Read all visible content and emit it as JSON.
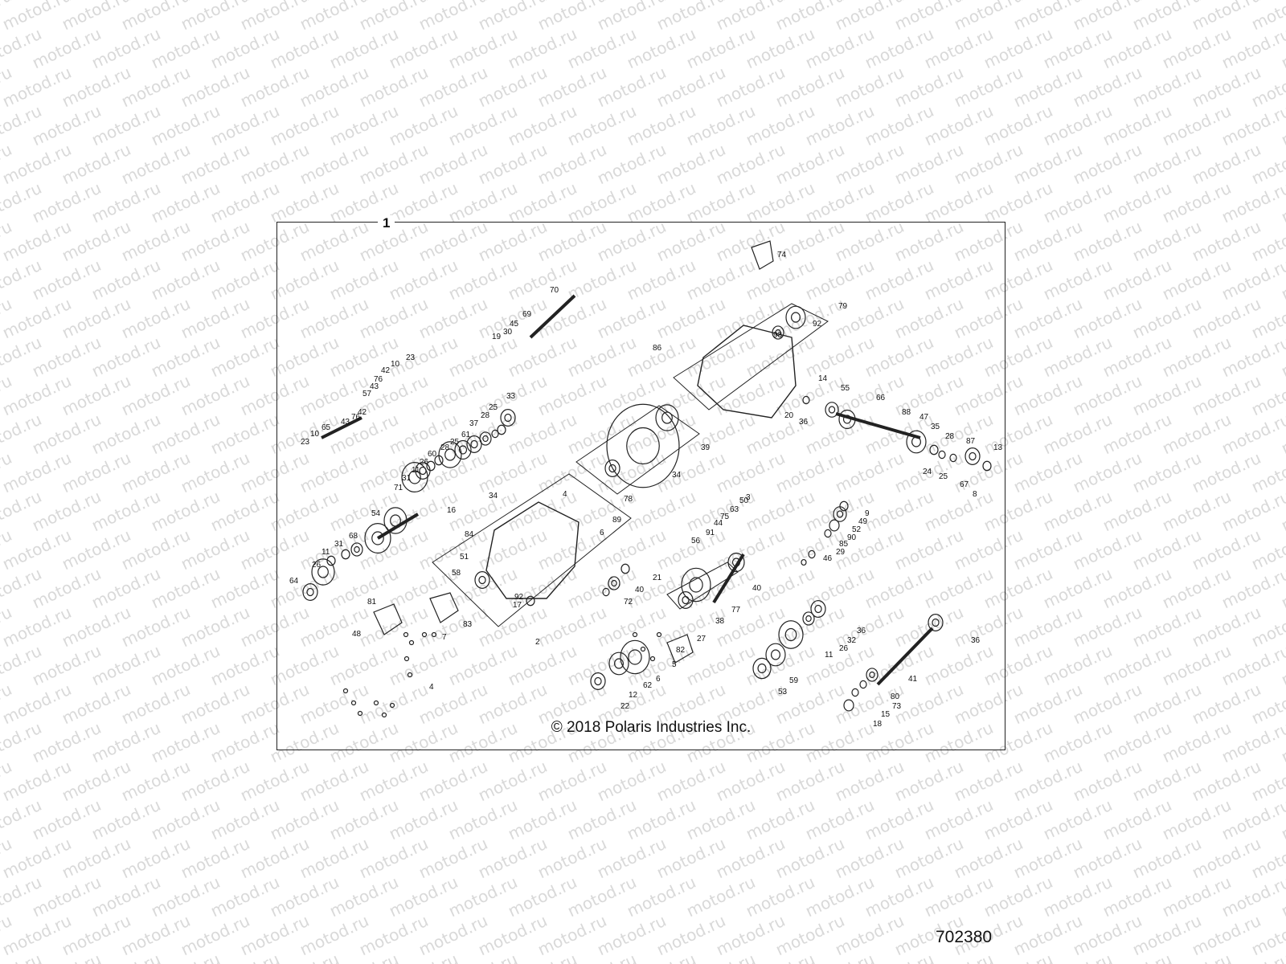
{
  "watermark_text": "motod.ru",
  "assembly_callout": "1",
  "copyright": "© 2018 Polaris Industries Inc.",
  "figure_number": "702380",
  "callouts": [
    "74",
    "70",
    "69",
    "45",
    "30",
    "19",
    "79",
    "92",
    "93",
    "86",
    "23",
    "10",
    "42",
    "76",
    "43",
    "57",
    "42",
    "76",
    "43",
    "65",
    "10",
    "23",
    "14",
    "55",
    "66",
    "20",
    "36",
    "88",
    "47",
    "35",
    "28",
    "87",
    "13",
    "24",
    "25",
    "67",
    "8",
    "33",
    "25",
    "28",
    "37",
    "61",
    "25",
    "28",
    "60",
    "26",
    "11",
    "31",
    "71",
    "54",
    "68",
    "31",
    "11",
    "26",
    "64",
    "39",
    "34",
    "78",
    "34",
    "4",
    "16",
    "84",
    "89",
    "6",
    "51",
    "58",
    "92",
    "17",
    "2",
    "81",
    "83",
    "48",
    "7",
    "4",
    "3",
    "50",
    "63",
    "75",
    "44",
    "91",
    "56",
    "9",
    "49",
    "52",
    "90",
    "85",
    "29",
    "46",
    "21",
    "40",
    "72",
    "40",
    "77",
    "38",
    "27",
    "82",
    "5",
    "6",
    "62",
    "12",
    "22",
    "36",
    "32",
    "26",
    "11",
    "59",
    "53",
    "36",
    "41",
    "80",
    "73",
    "15",
    "18",
    "39"
  ],
  "colors": {
    "line": "#222222",
    "watermark": "#d9d9d9"
  }
}
